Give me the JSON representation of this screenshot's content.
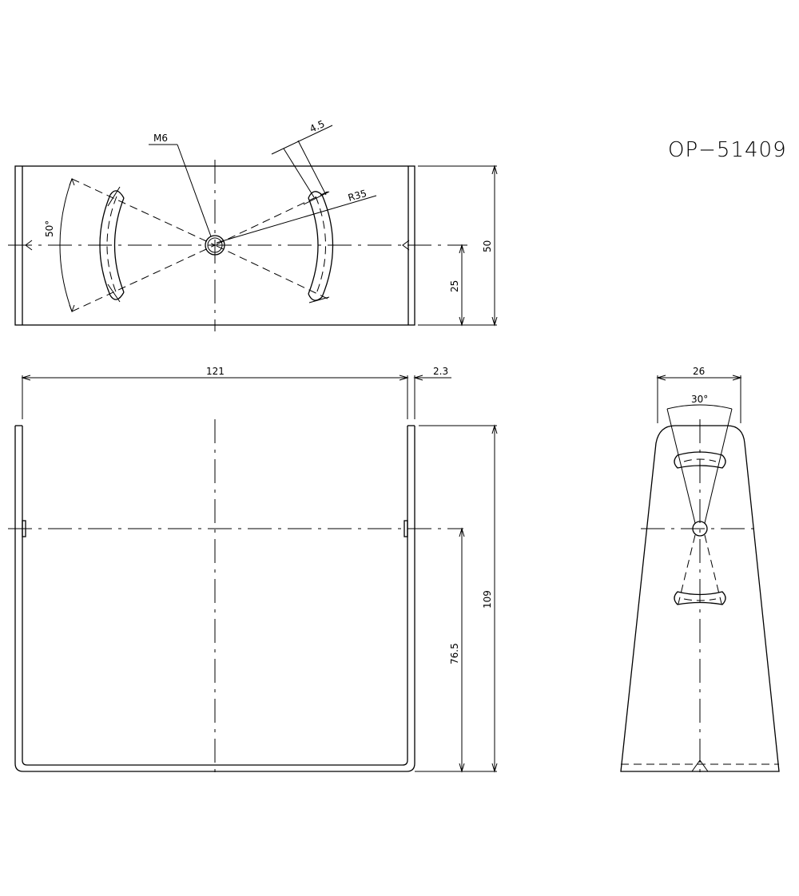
{
  "drawing": {
    "part_number": "OP−51409",
    "background": "#ffffff",
    "line_color": "#000000"
  },
  "top_view": {
    "labels": {
      "thread": "M6",
      "slot_width": "4.5",
      "radius": "R35",
      "angle": "50°",
      "height": "50",
      "half_height": "25"
    }
  },
  "front_view": {
    "labels": {
      "width": "121",
      "thickness": "2.3",
      "height": "109",
      "center_height": "76.5"
    }
  },
  "side_view": {
    "labels": {
      "top_width": "26",
      "angle": "30°"
    }
  }
}
